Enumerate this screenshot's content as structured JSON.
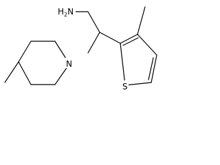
{
  "molecule": {
    "atoms": {
      "amine": "H2N",
      "ring_nitrogen": "N",
      "sulfur": "S"
    }
  }
}
